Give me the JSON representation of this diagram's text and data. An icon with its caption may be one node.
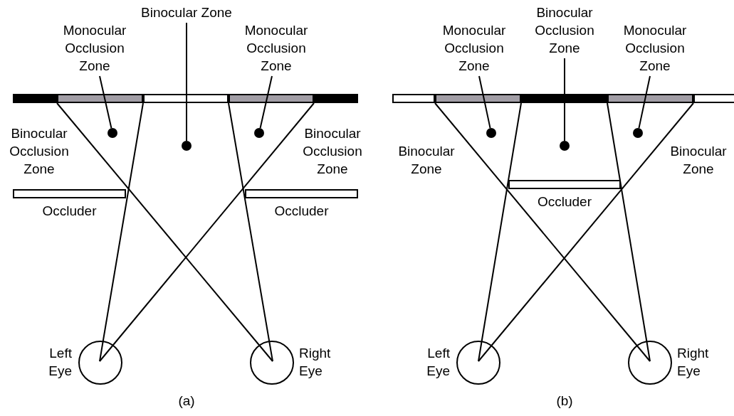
{
  "diagram": {
    "nodes": [
      {
        "text": [
          "Binocular Zone"
        ]
      },
      {
        "text": [
          "Monocular Occlusion Zone"
        ]
      },
      {
        "text": [
          "Monocular Occlusion Zone"
        ]
      },
      {
        "text": [],
        "shape": "circle"
      },
      {
        "text": [],
        "shape": "circle"
      },
      {
        "text": [],
        "shape": "circle"
      },
      {
        "text": [
          "Occluder"
        ]
      },
      {
        "text": [
          "Occluder"
        ]
      },
      {
        "text": [],
        "shape": "circle",
        "beside": [
          "Left Eye"
        ]
      },
      {
        "text": [],
        "shape": "circle",
        "beside": [
          "Right Eye"
        ]
      },
      {
        "text": [
          "Monocular Occlusion Zone"
        ]
      },
      {
        "text": [
          "Binocular Occlusion Zone"
        ]
      },
      {
        "text": [
          "Monocular Occlusion Zone"
        ]
      },
      {
        "text": [],
        "shape": "circle"
      },
      {
        "text": [],
        "shape": "circle"
      },
      {
        "text": [],
        "shape": "circle"
      },
      {
        "text": [
          "Occluder"
        ]
      },
      {
        "text": [],
        "shape": "circle",
        "beside": [
          "Left Eye"
        ]
      },
      {
        "text": [],
        "shape": "circle",
        "beside": [
          "Right Eye"
        ]
      }
    ],
    "edges": [
      {
        "from": 1,
        "to": 3,
        "arrow": "none"
      },
      {
        "from": 0,
        "to": 4,
        "arrow": "none"
      },
      {
        "from": 2,
        "to": 5,
        "arrow": "none"
      },
      {
        "from": 10,
        "to": 13,
        "arrow": "none"
      },
      {
        "from": 11,
        "to": 14,
        "arrow": "none"
      },
      {
        "from": 12,
        "to": 15,
        "arrow": "none"
      }
    ],
    "labels": [
      "Binocular Occlusion Zone",
      "Binocular Occlusion Zone",
      "Binocular Zone",
      "Binocular Zone",
      "(a)",
      "(b)"
    ]
  }
}
